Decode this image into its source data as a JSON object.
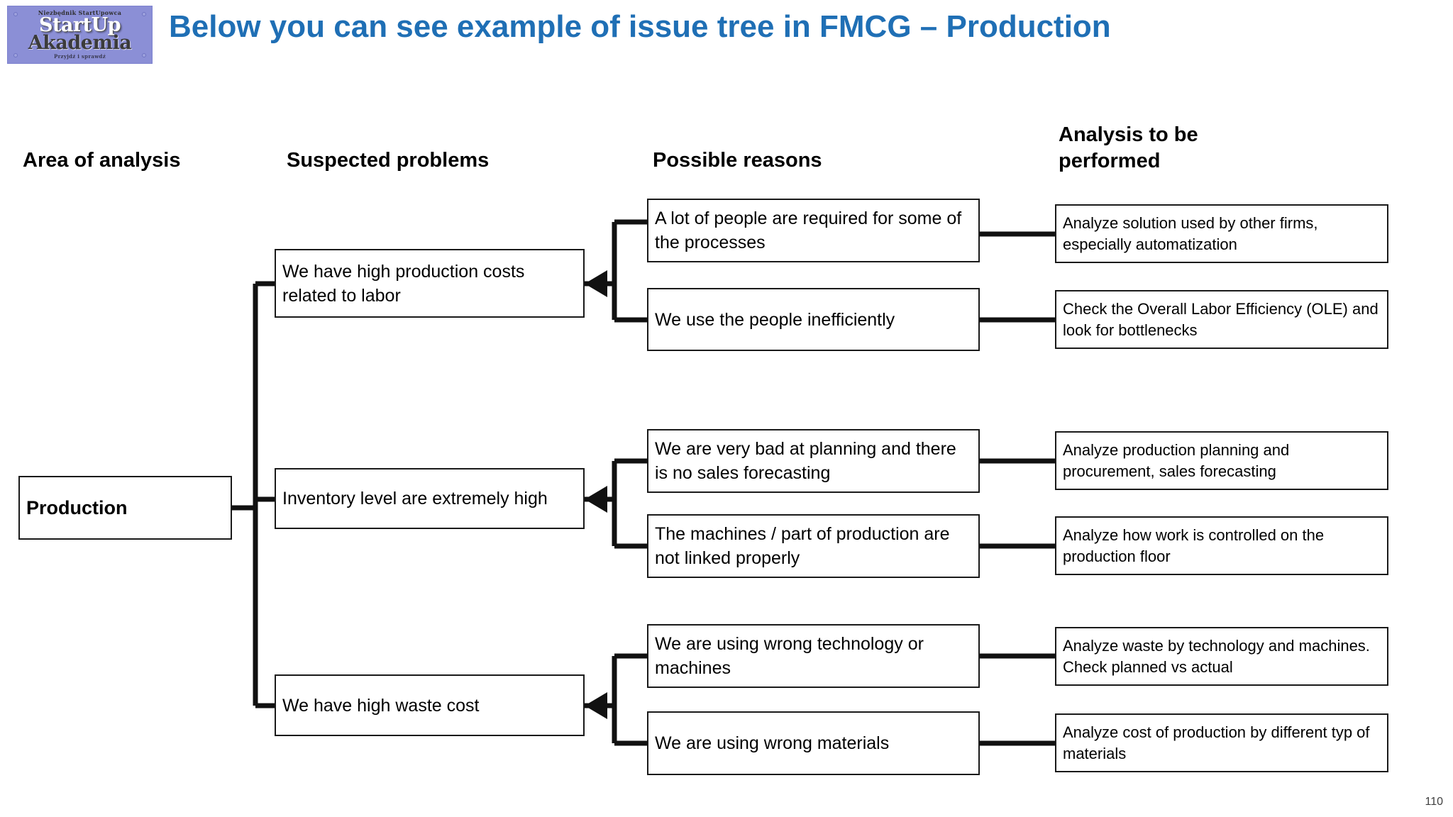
{
  "slide": {
    "title": "Below you can see example of issue tree in FMCG – Production",
    "page_number": "110",
    "title_color": "#1F6FB5"
  },
  "logo": {
    "top_text": "Niezbędnik StartUpowca",
    "line1": "StartUp",
    "line2": "Akademia",
    "bottom_text": "Przyjdź i sprawdź",
    "bg_color": "#8b8fd6"
  },
  "headers": {
    "area": "Area of analysis",
    "problems": "Suspected problems",
    "reasons": "Possible reasons",
    "analysis": "Analysis to be performed"
  },
  "tree": {
    "root": "Production",
    "branches": [
      {
        "problem": "We have high production costs related to labor",
        "reasons": [
          {
            "reason": "A lot of people are required for some of the processes",
            "analysis": "Analyze solution used by other firms, especially automatization"
          },
          {
            "reason": "We use the people inefficiently",
            "analysis": "Check the Overall Labor Efficiency (OLE) and look for bottlenecks"
          }
        ]
      },
      {
        "problem": "Inventory level are extremely high",
        "reasons": [
          {
            "reason": "We are very bad at planning and there is no sales forecasting",
            "analysis": "Analyze production planning and procurement, sales forecasting"
          },
          {
            "reason": "The machines / part of production are not linked properly",
            "analysis": "Analyze how work is controlled on the production floor"
          }
        ]
      },
      {
        "problem": "We have high waste cost",
        "reasons": [
          {
            "reason": "We are using wrong technology or machines",
            "analysis": "Analyze waste by technology and machines. Check planned vs actual"
          },
          {
            "reason": "We are using wrong materials",
            "analysis": "Analyze cost of production by different typ of materials"
          }
        ]
      }
    ]
  }
}
